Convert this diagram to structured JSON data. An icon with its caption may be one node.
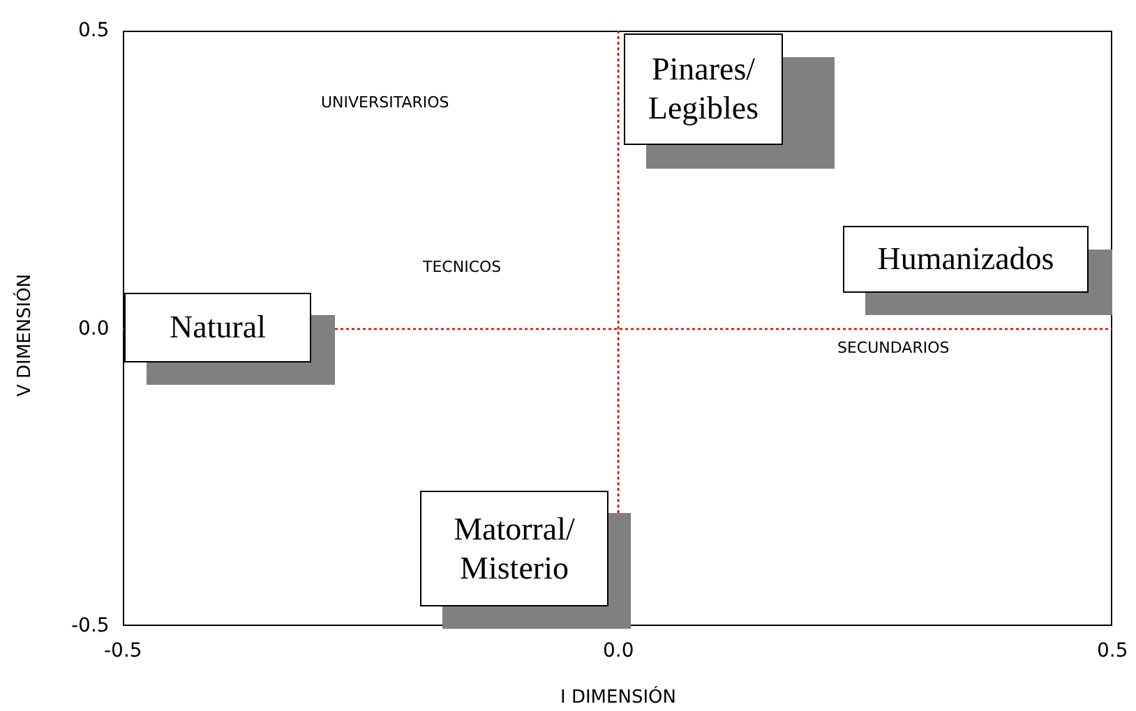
{
  "diagram": {
    "nodes": [
      {
        "text": [
          "Pinares/ Legibles"
        ]
      },
      {
        "text": [
          "Humanizados"
        ]
      },
      {
        "text": [
          "Natural"
        ]
      },
      {
        "text": [
          "Matorral/ Misterio"
        ]
      }
    ],
    "labels": [
      "0.5",
      "UNIVERSITARIOS",
      "TECNICOS",
      "V DIMENSIÓN",
      "0.0",
      "SECUNDARIOS",
      "-0.5",
      "-0.5",
      "0.0",
      "0.5",
      "I DIMENSIÓN"
    ]
  }
}
